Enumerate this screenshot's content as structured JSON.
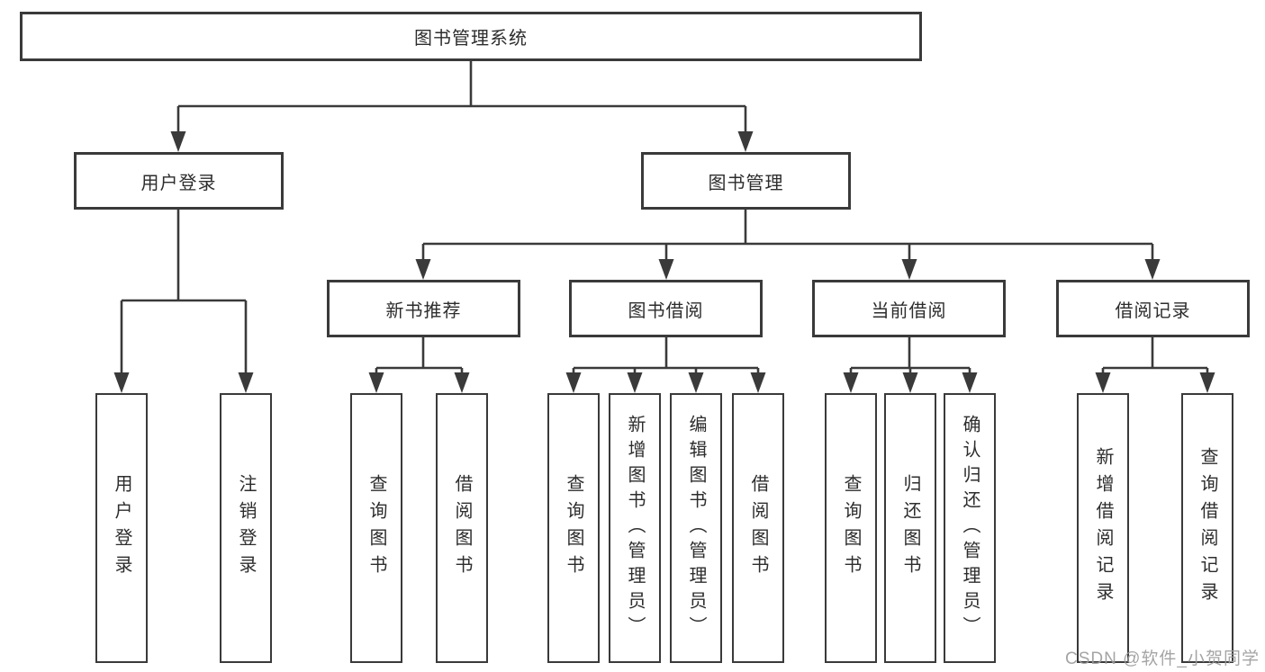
{
  "tree": {
    "root": {
      "label": "图书管理系统"
    },
    "level2": [
      {
        "label": "用户登录"
      },
      {
        "label": "图书管理"
      }
    ],
    "level3": [
      {
        "label": "新书推荐"
      },
      {
        "label": "图书借阅"
      },
      {
        "label": "当前借阅"
      },
      {
        "label": "借阅记录"
      }
    ],
    "leafGroups": [
      {
        "parent": "用户登录",
        "items": [
          "用户登录",
          "注销登录"
        ]
      },
      {
        "parent": "新书推荐",
        "items": [
          "查询图书",
          "借阅图书"
        ]
      },
      {
        "parent": "图书借阅",
        "items": [
          "查询图书",
          "新增图书（管理员）",
          "编辑图书（管理员）",
          "借阅图书"
        ]
      },
      {
        "parent": "当前借阅",
        "items": [
          "查询图书",
          "归还图书",
          "确认归还（管理员）"
        ]
      },
      {
        "parent": "借阅记录",
        "items": [
          "新增借阅记录",
          "查询借阅记录"
        ]
      }
    ]
  },
  "watermark": "CSDN @软件_小贺同学",
  "colors": {
    "line": "#3a3a3a",
    "text": "#2d2d2d",
    "background": "#ffffff",
    "watermark": "#9b9b9b"
  }
}
